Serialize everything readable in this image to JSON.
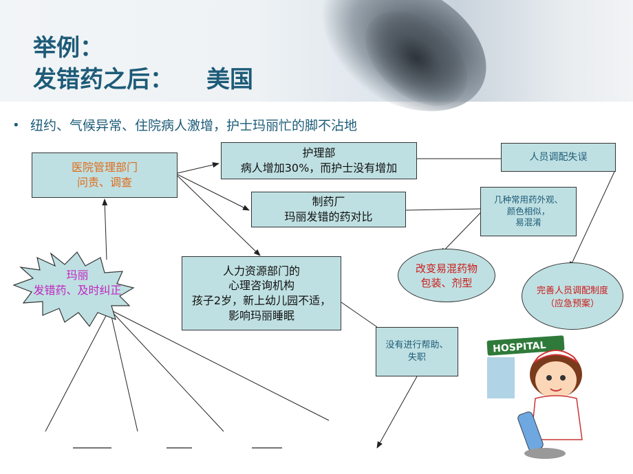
{
  "title": {
    "line1": "举例：",
    "line2": "发错药之后：",
    "line2_country": "美国"
  },
  "bullet": {
    "marker": "•",
    "text": "纽约、气候异常、住院病人激增，护士玛丽忙的脚不沾地"
  },
  "nodes": {
    "hospital_admin": {
      "line1": "医院管理部门",
      "line2": "问责、调查"
    },
    "nursing_dept": {
      "line1": "护理部",
      "line2": "病人增加30%，而护士没有增加"
    },
    "pharma_factory": {
      "line1": "制药厂",
      "line2": "玛丽发错的药对比"
    },
    "hr_dept": {
      "line1": "人力资源部门的",
      "line2": "心理咨询机构",
      "line3": "孩子2岁，新上幼儿园不适，",
      "line4": "影响玛丽睡眠"
    },
    "staffing_error": {
      "line1": "人员调配失误"
    },
    "drug_similarity": {
      "line1": "几种常用药外观、",
      "line2": "颜色相似，",
      "line3": "易混淆"
    },
    "change_packaging": {
      "line1": "改变易混药物",
      "line2": "包装、剂型"
    },
    "improve_staffing": {
      "line1": "完善人员调配制度",
      "line2": "（应急预案）"
    },
    "no_help": {
      "line1": "没有进行帮助、",
      "line2": "失职"
    },
    "mary": {
      "line1": "玛丽",
      "line2": "发错药、及时纠正"
    }
  },
  "illustration": {
    "sign": "HOSPITAL"
  },
  "colors": {
    "title": "#1d5b78",
    "box_fill": "#bfe0e2",
    "orange_text": "#e06a1a",
    "red_text": "#cc1a1a",
    "blue_text": "#1d5b78",
    "magenta_text": "#c025c0"
  }
}
